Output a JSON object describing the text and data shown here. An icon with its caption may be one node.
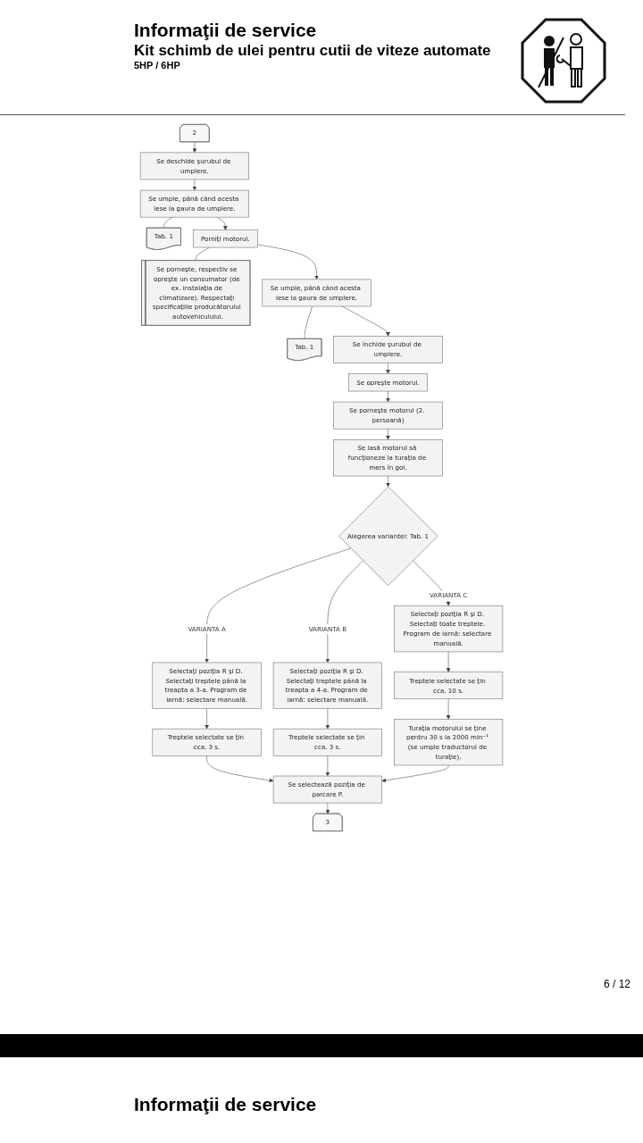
{
  "diagram": {
    "title": "Informaţii de service",
    "nodes": [
      {
        "text": [
          "2"
        ]
      },
      {
        "text": [
          "Se deschide şurubul de umplere."
        ]
      },
      {
        "text": [
          "Se umple, până când acesta iese la gaura de umplere."
        ]
      },
      {
        "text": [
          "Tab. 1"
        ]
      },
      {
        "text": [
          "Porniţi motorul."
        ]
      },
      {
        "text": [
          "Se porneşte, respectiv se opreşte un consumator (de ex. instalaţia de climatizare). Respectaţi specificaţiile producătorului autovehiculului."
        ]
      },
      {
        "text": [
          "Se umple, până când acesta iese la gaura de umplere."
        ]
      },
      {
        "text": [
          "Tab. 1"
        ]
      },
      {
        "text": [
          "Se închide şurubul de umplere."
        ]
      },
      {
        "text": [
          "Se opreşte motorul."
        ]
      },
      {
        "text": [
          "Se porneşte motorul (2. persoană)"
        ]
      },
      {
        "text": [
          "Se lasă motorul să funcţioneze la turaţia de mers în gol."
        ]
      },
      {
        "text": [
          "Alegerea variantei: Tab. 1"
        ]
      },
      {
        "text": [
          "Selectaţi poziţia R şi D. Selectaţi treptele până la treapta a 3-a. Program de iarnă: selectare manuală."
        ]
      },
      {
        "text": [
          "Selectaţi poziţia R şi D. Selectaţi treptele până la treapta a 4-a. Program de iarnă: selectare manuală."
        ]
      },
      {
        "text": [
          "Selectaţi poziţia R şi D. Selectaţi toate treptele. Program de iarnă: selectare manuală."
        ]
      },
      {
        "text": [
          "Treptele selectate se ţin cca. 3 s."
        ]
      },
      {
        "text": [
          "Treptele selectate se ţin cca. 3 s."
        ]
      },
      {
        "text": [
          "Treptele selectate se ţin cca. 10 s."
        ]
      },
      {
        "text": [
          "Turaţia motorului se ţine pentru 30 s la 2000 min⁻¹ (se umple traductorul de turaţie)."
        ]
      },
      {
        "text": [
          "Se selectează poziţia de parcare P."
        ]
      },
      {
        "text": [
          "3"
        ]
      }
    ],
    "edges": [
      {
        "from": 0,
        "to": 1,
        "arrow": "to"
      },
      {
        "from": 1,
        "to": 2,
        "arrow": "to"
      },
      {
        "from": 2,
        "to": 3,
        "arrow": "none"
      },
      {
        "from": 2,
        "to": 4,
        "arrow": "to"
      },
      {
        "from": 4,
        "to": 5,
        "arrow": "none"
      },
      {
        "from": 4,
        "to": 6,
        "arrow": "to"
      },
      {
        "from": 6,
        "to": 7,
        "arrow": "none"
      },
      {
        "from": 6,
        "to": 8,
        "arrow": "to"
      },
      {
        "from": 8,
        "to": 9,
        "arrow": "to"
      },
      {
        "from": 9,
        "to": 10,
        "arrow": "to"
      },
      {
        "from": 10,
        "to": 11,
        "arrow": "to"
      },
      {
        "from": 11,
        "to": 12,
        "arrow": "to"
      },
      {
        "from": 12,
        "to": 13,
        "arrow": "to",
        "label": "VARIANTA A"
      },
      {
        "from": 12,
        "to": 14,
        "arrow": "to",
        "label": "VARIANTA B"
      },
      {
        "from": 12,
        "to": 15,
        "arrow": "to",
        "label": "VARIANTA C"
      },
      {
        "from": 13,
        "to": 16,
        "arrow": "to"
      },
      {
        "from": 14,
        "to": 17,
        "arrow": "to"
      },
      {
        "from": 15,
        "to": 18,
        "arrow": "to"
      },
      {
        "from": 18,
        "to": 19,
        "arrow": "to"
      },
      {
        "from": 16,
        "to": 20,
        "arrow": "to"
      },
      {
        "from": 17,
        "to": 20,
        "arrow": "to"
      },
      {
        "from": 19,
        "to": 20,
        "arrow": "to"
      },
      {
        "from": 20,
        "to": 21,
        "arrow": "to"
      }
    ],
    "labels": [
      "Kit schimb de ulei pentru cutii de viteze automate",
      "5HP / 6HP",
      "6 / 12",
      "Informaţii de service"
    ]
  }
}
